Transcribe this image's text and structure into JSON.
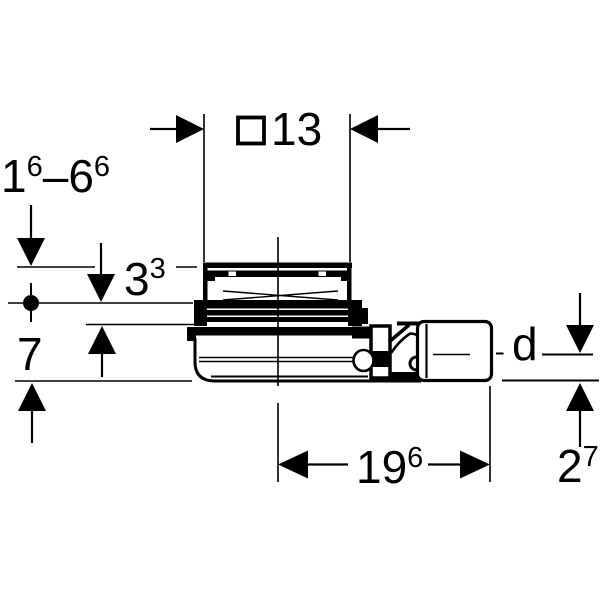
{
  "meta": {
    "description": "Technical dimension drawing of a shower drain trap with outlet socket, side view",
    "notation": "cm values with mm superscripts"
  },
  "colors": {
    "ink": "#000000",
    "background": "#ffffff"
  },
  "labels": {
    "grate_square": {
      "symbol_icon": "square-symbol",
      "value": "13",
      "full": "□ 13"
    },
    "height_range": {
      "b1": "1",
      "s1": "6",
      "dash": "–",
      "b2": "6",
      "s2": "6",
      "full": "16–66"
    },
    "seal_depth": {
      "b": "3",
      "s": "3",
      "full": "33"
    },
    "body_height": {
      "b": "7",
      "full": "7"
    },
    "total_length": {
      "b": "19",
      "s": "6",
      "full": "196"
    },
    "outlet_bottom_offset": {
      "b": "2",
      "s": "7",
      "full": "27"
    },
    "outlet_diameter": {
      "b": "d",
      "full": "d"
    }
  }
}
